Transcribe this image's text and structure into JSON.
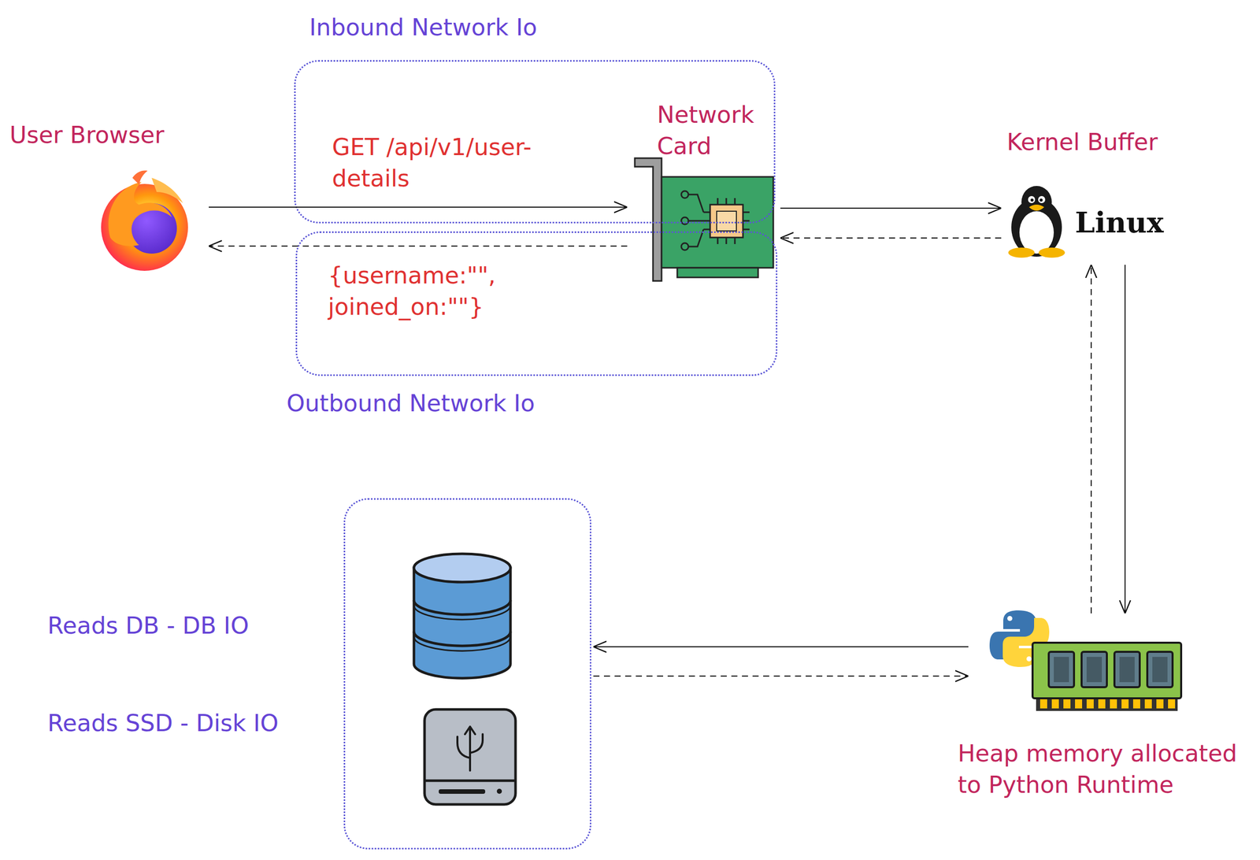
{
  "diagram": {
    "nodes": [
      {
        "text": [
          "Inbound Network Io"
        ]
      },
      {
        "text": [
          "User Browser"
        ]
      },
      {
        "text": [
          "Network Card"
        ]
      },
      {
        "text": [
          "Kernel Buffer",
          "Linux"
        ]
      },
      {
        "text": [
          "Outbound Network Io"
        ]
      },
      {
        "text": [
          "Reads DB - DB IO",
          "Reads SSD - Disk IO"
        ]
      },
      {
        "text": [
          "Heap memory allocated to Python Runtime"
        ]
      }
    ],
    "edges": [
      {
        "from": 1,
        "to": 2,
        "arrow": "to",
        "label": "GET /api/v1/user-details"
      },
      {
        "from": 2,
        "to": 1,
        "arrow": "to",
        "label": "{username:\"\", joined_on:\"\"}"
      },
      {
        "from": 2,
        "to": 3,
        "arrow": "to"
      },
      {
        "from": 3,
        "to": 2,
        "arrow": "to"
      },
      {
        "from": 3,
        "to": 6,
        "arrow": "to"
      },
      {
        "from": 6,
        "to": 3,
        "arrow": "to"
      },
      {
        "from": 6,
        "to": 5,
        "arrow": "to"
      },
      {
        "from": 5,
        "to": 6,
        "arrow": "to"
      }
    ]
  }
}
